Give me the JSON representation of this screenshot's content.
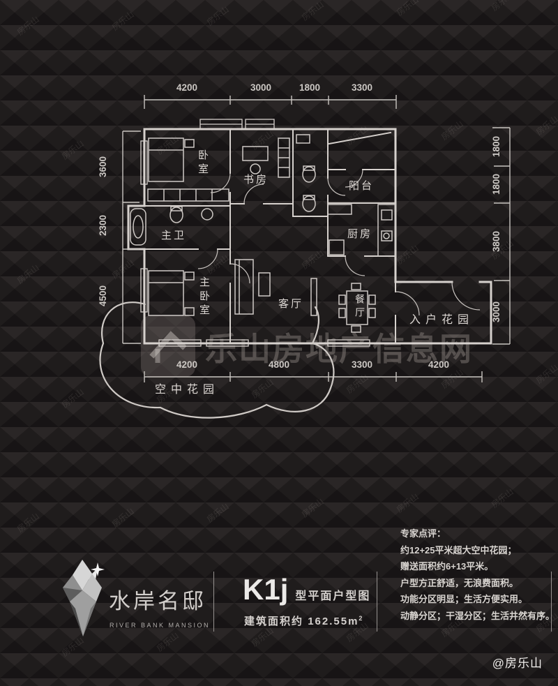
{
  "watermark": {
    "tile": "房乐山",
    "site": "乐山房地产信息网"
  },
  "credit": "@房乐山",
  "plan": {
    "rooms": {
      "bedroom": "卧室",
      "study": "书房",
      "balcony": "阳台",
      "master_bath": "主卫",
      "kitchen": "厨房",
      "master_bedroom": "主卧室",
      "living_room": "客厅",
      "dining_room": "餐厅",
      "entry_garden": "入户花园",
      "sky_garden": "空中花园"
    },
    "dims": {
      "top": [
        "4200",
        "3000",
        "1800",
        "3300"
      ],
      "bottom": [
        "4200",
        "4800",
        "3300",
        "4200"
      ],
      "left": [
        "3600",
        "2300",
        "4500"
      ],
      "right": [
        "1800",
        "1800",
        "3800",
        "3000"
      ]
    }
  },
  "footer": {
    "brand_cn": "水岸名邸",
    "brand_en": "RIVER BANK MANSION",
    "unit_code": "K1j",
    "unit_desc": "型平面户型图",
    "area_label": "建筑面积约",
    "area_value": "162.55m",
    "area_sup": "2",
    "review_title": "专家点评：",
    "review_lines": [
      "约12+25平米超大空中花园；",
      "赠送面积约6+13平米。",
      "户型方正舒适，无浪费面积。",
      "功能分区明显；生活方便实用。",
      "动静分区；干湿分区；生活井然有序。"
    ]
  },
  "colors": {
    "background": "#241f20",
    "line": "#d6d1cd",
    "dim_text": "#ccc8c4",
    "brand_text": "#d2cecb",
    "review_text": "#d8d4d0"
  }
}
